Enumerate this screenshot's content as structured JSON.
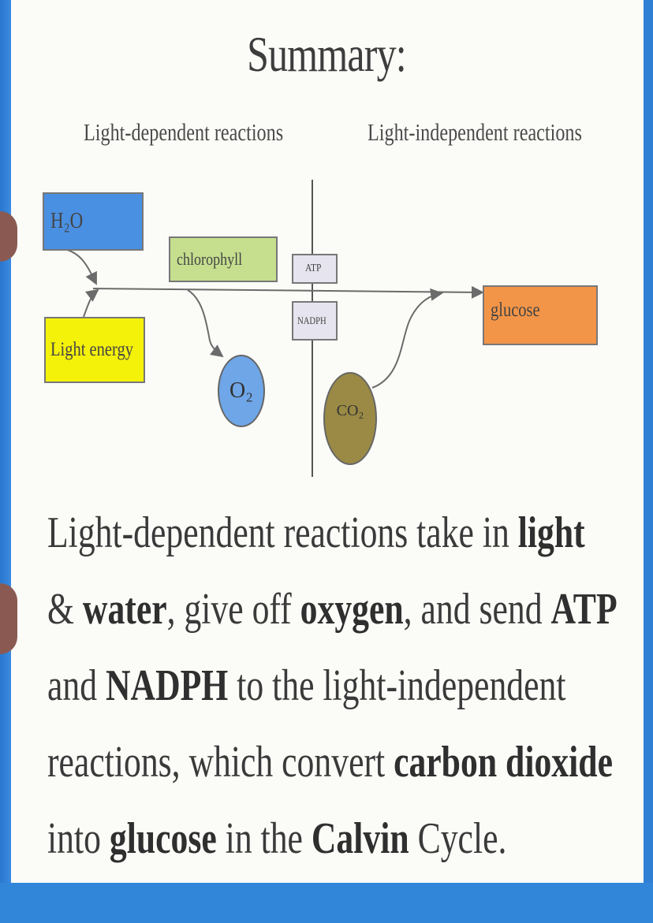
{
  "slide": {
    "title": "Summary:",
    "labels": {
      "light_dependent": "Light-dependent reactions",
      "light_independent": "Light-independent reactions"
    },
    "nodes": {
      "h2o": "H₂O",
      "light_energy": "Light energy",
      "chlorophyll": "chlorophyll",
      "o2": "O₂",
      "atp": "ATP",
      "nadph": "NADPH",
      "co2": "CO₂",
      "glucose": "glucose"
    },
    "colors": {
      "h2o": "#4a90e2",
      "light_energy": "#f5f20a",
      "chlorophyll": "#c5df8e",
      "o2": "#6ea6e8",
      "atp_nadph": "#e6e4ee",
      "co2": "#9a8a45",
      "glucose": "#f39548"
    },
    "summary": {
      "p1": "Light-dependent reactions take in ",
      "b1": "light",
      "p2": "& ",
      "b2": "water",
      "p3": ", give off ",
      "b3": "oxygen",
      "p4": ", and send ",
      "b4": "ATP",
      "p5": "and ",
      "b5": "NADPH",
      "p6": " to the light-independent",
      "p7": "reactions, which convert ",
      "b6": "carbon dioxide",
      "p8": "into ",
      "b7": "glucose",
      "p9": " in the ",
      "b8": "Calvin",
      "p10": " Cycle."
    }
  }
}
